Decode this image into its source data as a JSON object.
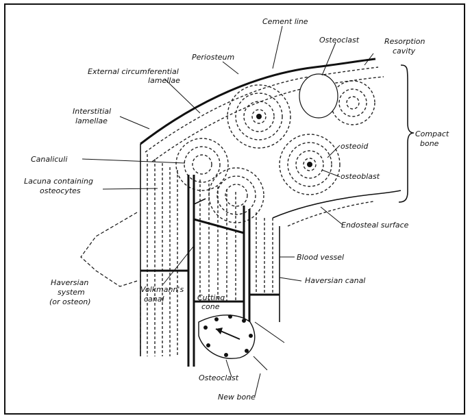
{
  "labels": {
    "cement_line": "Cement line",
    "osteoclast_top": "Osteoclast",
    "resorption_cavity_1": "Resorption",
    "resorption_cavity_2": "cavity",
    "periosteum": "Periosteum",
    "ext_circ_1": "External circumferential",
    "ext_circ_2": "lamellae",
    "interstitial_1": "Interstitial",
    "interstitial_2": "lamellae",
    "compact_1": "Compact",
    "compact_2": "bone",
    "osteoid": "osteoid",
    "osteoblast": "osteoblast",
    "canaliculi": "Canaliculi",
    "lacuna_1": "Lacuna containing",
    "lacuna_2": "osteocytes",
    "endosteal": "Endosteal surface",
    "blood_vessel": "Blood vessel",
    "haversian_canal": "Haversian canal",
    "haversian_sys_1": "Haversian",
    "haversian_sys_2": "system",
    "haversian_sys_3": "(or osteon)",
    "volkmann_1": "Volkmann's",
    "volkmann_2": "canal",
    "cutting_1": "Cutting",
    "cutting_2": "cone",
    "osteoclast_bottom": "Osteoclast",
    "new_bone": "New bone"
  }
}
